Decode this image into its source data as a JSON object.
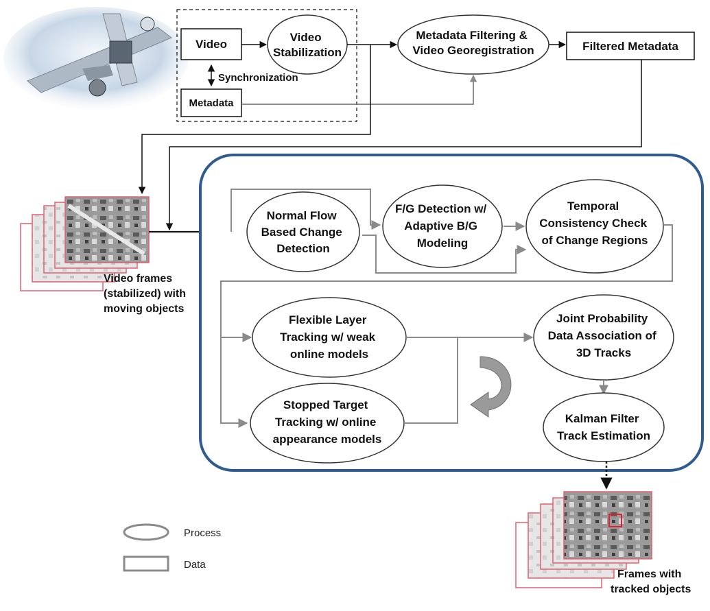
{
  "nodes": {
    "video": "Video",
    "metadata": "Metadata",
    "synchronization": "Synchronization",
    "video_stabilization": [
      "Video",
      "Stabilization"
    ],
    "metadata_filtering": [
      "Metadata Filtering &",
      "Video Georegistration"
    ],
    "filtered_metadata": "Filtered Metadata",
    "normal_flow": [
      "Normal Flow",
      "Based Change",
      "Detection"
    ],
    "fg_detection": [
      "F/G Detection w/",
      "Adaptive B/G",
      "Modeling"
    ],
    "temporal_consistency": [
      "Temporal",
      "Consistency Check",
      "of Change Regions"
    ],
    "flexible_layer": [
      "Flexible Layer",
      "Tracking w/ weak",
      "online models"
    ],
    "stopped_target": [
      "Stopped Target",
      "Tracking w/ online",
      "appearance models"
    ],
    "joint_probability": [
      "Joint Probability",
      "Data Association of",
      "3D Tracks"
    ],
    "kalman_filter": [
      "Kalman Filter",
      "Track Estimation"
    ]
  },
  "captions": {
    "video_frames": [
      "Video frames",
      "(stabilized) with",
      "moving objects"
    ],
    "frames_tracked": [
      "Frames with",
      "tracked objects"
    ]
  },
  "legend": {
    "process": "Process",
    "data": "Data"
  },
  "colors": {
    "panel_border": "#2f5b8f",
    "frame_border": "#e06070",
    "arrow_dark": "#111111",
    "arrow_gray": "#8a8a8a"
  }
}
